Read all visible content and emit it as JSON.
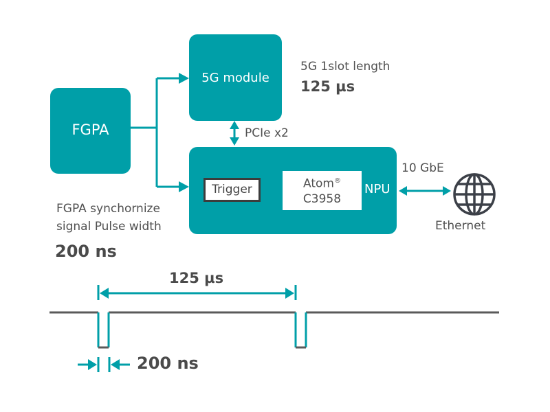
{
  "colors": {
    "teal": "#009fa8",
    "dark": "#444444",
    "text": "#505050",
    "white": "#ffffff"
  },
  "blocks": {
    "fpga": {
      "label": "FGPA"
    },
    "fiveg_module": {
      "label": "5G module"
    },
    "npu": {
      "label": "NPU"
    },
    "trigger": {
      "label": "Trigger"
    },
    "atom": {
      "label_line1": "Atom",
      "trademark": "®",
      "label_line2": "C3958"
    }
  },
  "connections": {
    "pcie": "PCIe x2",
    "gbe": "10 GbE"
  },
  "ethernet": {
    "icon": "globe-icon",
    "label": "Ethernet"
  },
  "annotations": {
    "slot_title": "5G 1slot length",
    "slot_value": "125 µs",
    "pulse_title_line1": "FGPA synchornize",
    "pulse_title_line2": "signal Pulse width",
    "pulse_value": "200 ns"
  },
  "timing": {
    "period_label": "125 µs",
    "pulse_width_label": "200 ns",
    "period_us": 125,
    "pulse_width_ns": 200
  }
}
